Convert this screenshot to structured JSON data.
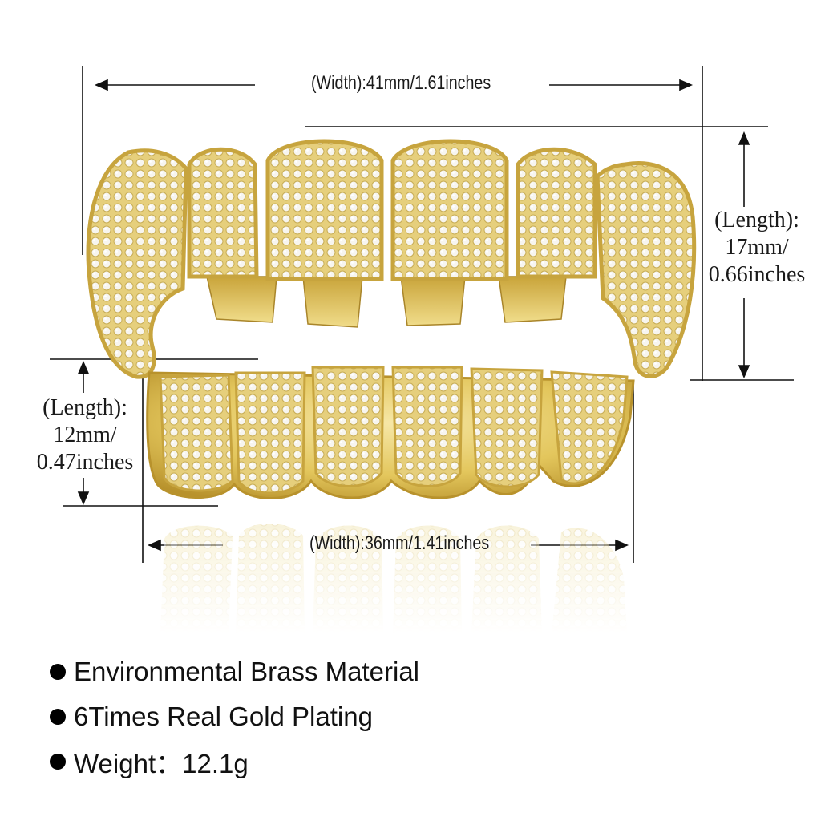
{
  "dimensions": {
    "top_width": "(Width):41mm/1.61inches",
    "top_length_label": "(Length):",
    "top_length_mm": "17mm/",
    "top_length_in": "0.66inches",
    "bottom_length_label": "(Length):",
    "bottom_length_mm": "12mm/",
    "bottom_length_in": "0.47inches",
    "bottom_width": "(Width):36mm/1.41inches"
  },
  "features": [
    {
      "text": "Environmental Brass Material"
    },
    {
      "text": "6Times Real Gold Plating"
    },
    {
      "text": "Weight：12.1g"
    }
  ],
  "colors": {
    "gold": "#e8d27a",
    "gold_dark": "#b8962e",
    "stone": "#f4f1e8",
    "line": "#111111"
  }
}
